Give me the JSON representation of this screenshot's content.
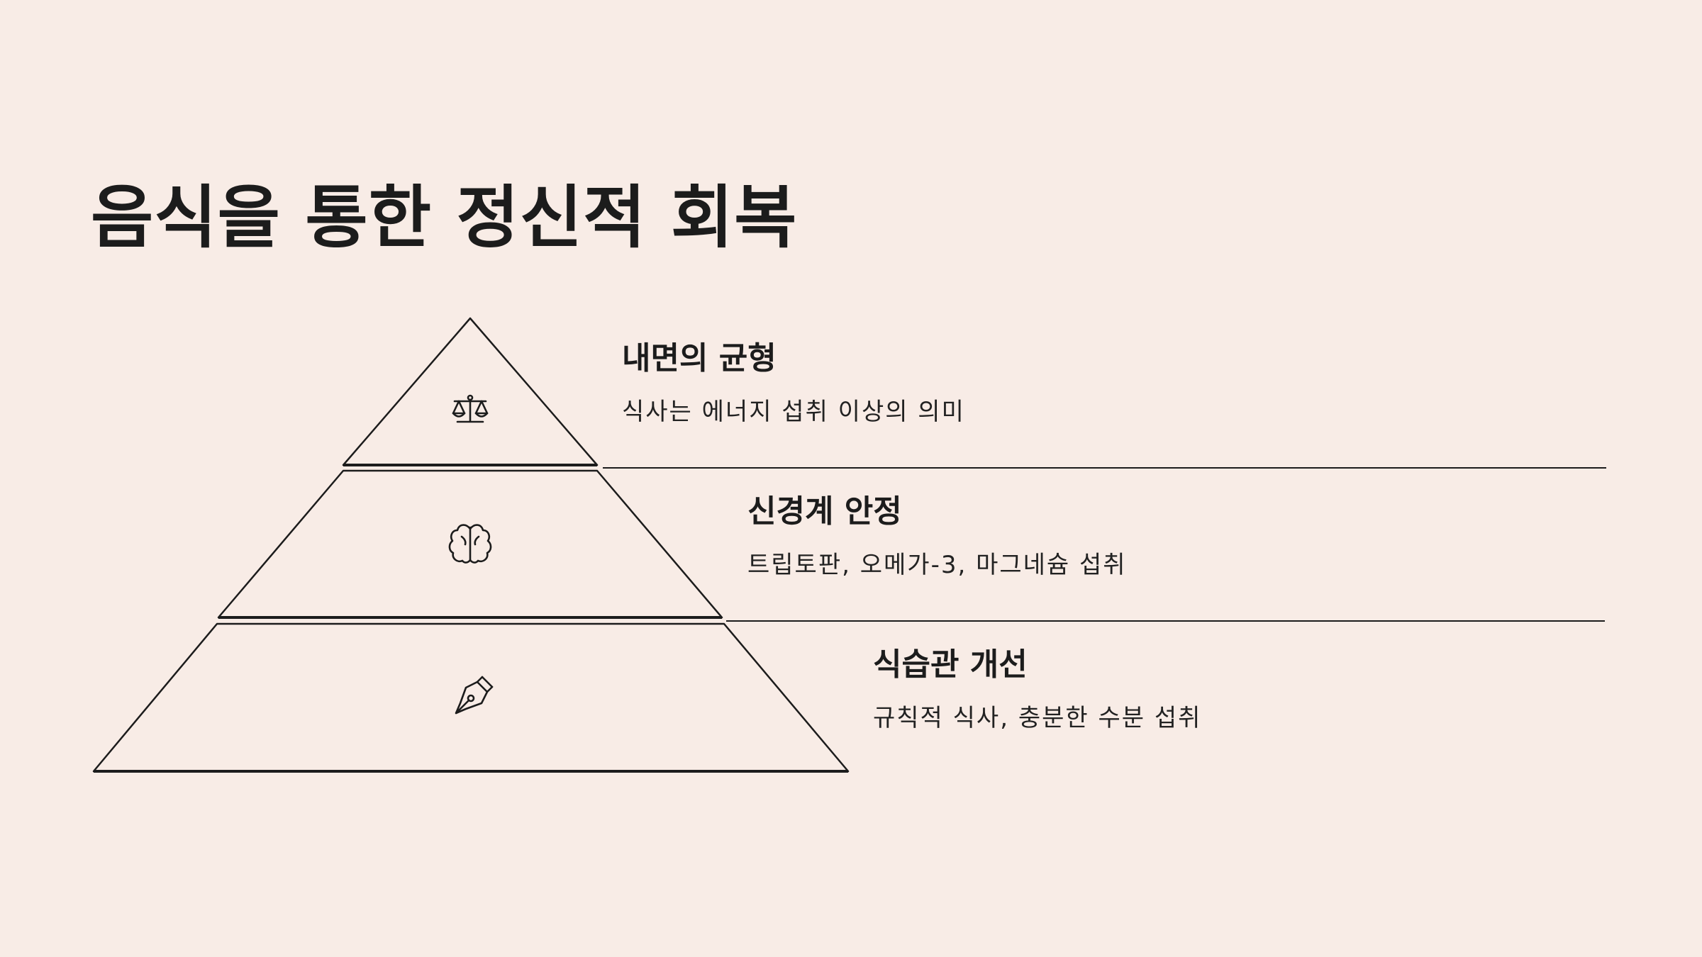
{
  "title": "음식을 통한 정신적 회복",
  "levels": [
    {
      "heading": "내면의 균형",
      "description": "식사는 에너지 섭취 이상의 의미",
      "icon": "scale-icon"
    },
    {
      "heading": "신경계 안정",
      "description": "트립토판, 오메가-3, 마그네슘 섭취",
      "icon": "brain-icon"
    },
    {
      "heading": "식습관 개선",
      "description": "규칙적 식사, 충분한 수분 섭취",
      "icon": "pen-nib-icon"
    }
  ],
  "colors": {
    "background": "#F8ECE6",
    "line": "#1c1c1c"
  }
}
